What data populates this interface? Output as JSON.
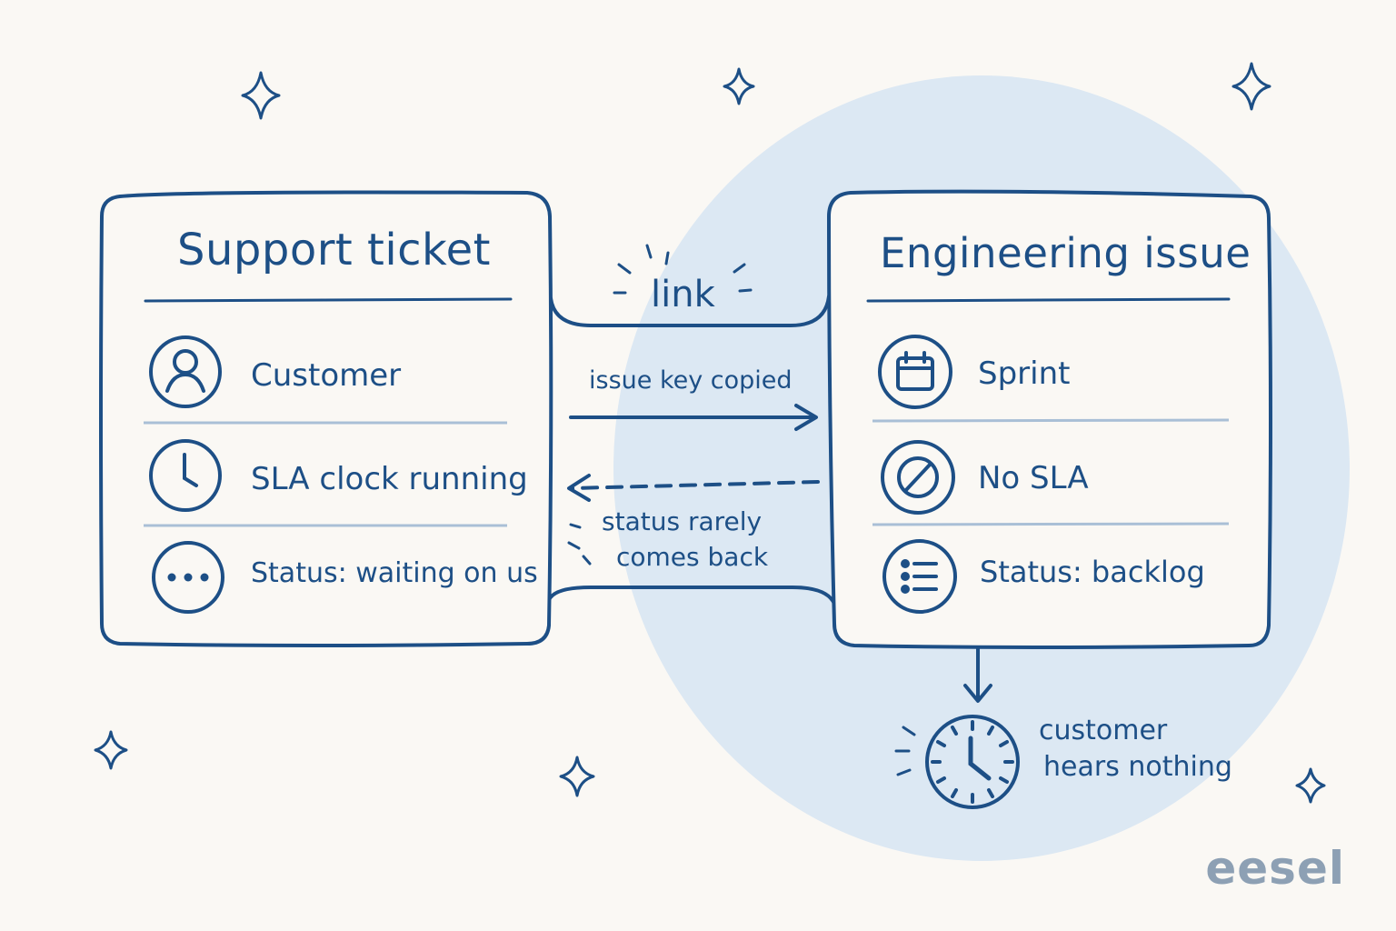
{
  "left_card": {
    "title": "Support ticket",
    "rows": [
      {
        "icon": "user-icon",
        "label": "Customer"
      },
      {
        "icon": "clock-icon",
        "label": "SLA clock running"
      },
      {
        "icon": "more-dots-icon",
        "label": "Status: waiting on us"
      }
    ]
  },
  "right_card": {
    "title": "Engineering issue",
    "rows": [
      {
        "icon": "calendar-icon",
        "label": "Sprint"
      },
      {
        "icon": "no-entry-icon",
        "label": "No SLA"
      },
      {
        "icon": "list-icon",
        "label": "Status: backlog"
      }
    ]
  },
  "connector": {
    "label": "link",
    "forward_note": "issue key copied",
    "back_note_line1": "status rarely",
    "back_note_line2": "comes back"
  },
  "outcome": {
    "icon": "clock-icon",
    "line1": "customer",
    "line2": "hears nothing"
  },
  "brand": "eesel",
  "colors": {
    "ink": "#1d4f86",
    "background": "#faf8f4",
    "blob": "#dce8f3",
    "divider": "#a9bfd6",
    "brand": "#8da0b4"
  }
}
